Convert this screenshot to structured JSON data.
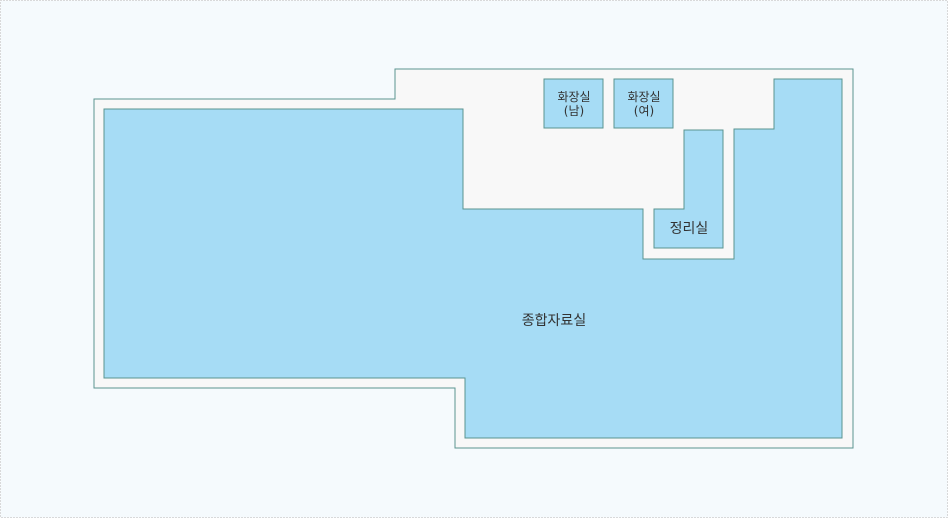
{
  "floor_plan": {
    "colors": {
      "page_background": "#f5fafd",
      "page_border": "#b5b5b5",
      "building_fill": "#f8f8f8",
      "wall_stroke": "#5a9490",
      "room_fill": "#a6dcf5",
      "room_stroke": "#5a9490",
      "label_text": "#333333"
    },
    "rooms": {
      "main_library": {
        "label": "종합자료실"
      },
      "toilet_men": {
        "label_line1": "화장실",
        "label_line2": "(남)"
      },
      "toilet_women": {
        "label_line1": "화장실",
        "label_line2": "(여)"
      },
      "storage_room": {
        "label": "정리실"
      }
    }
  }
}
